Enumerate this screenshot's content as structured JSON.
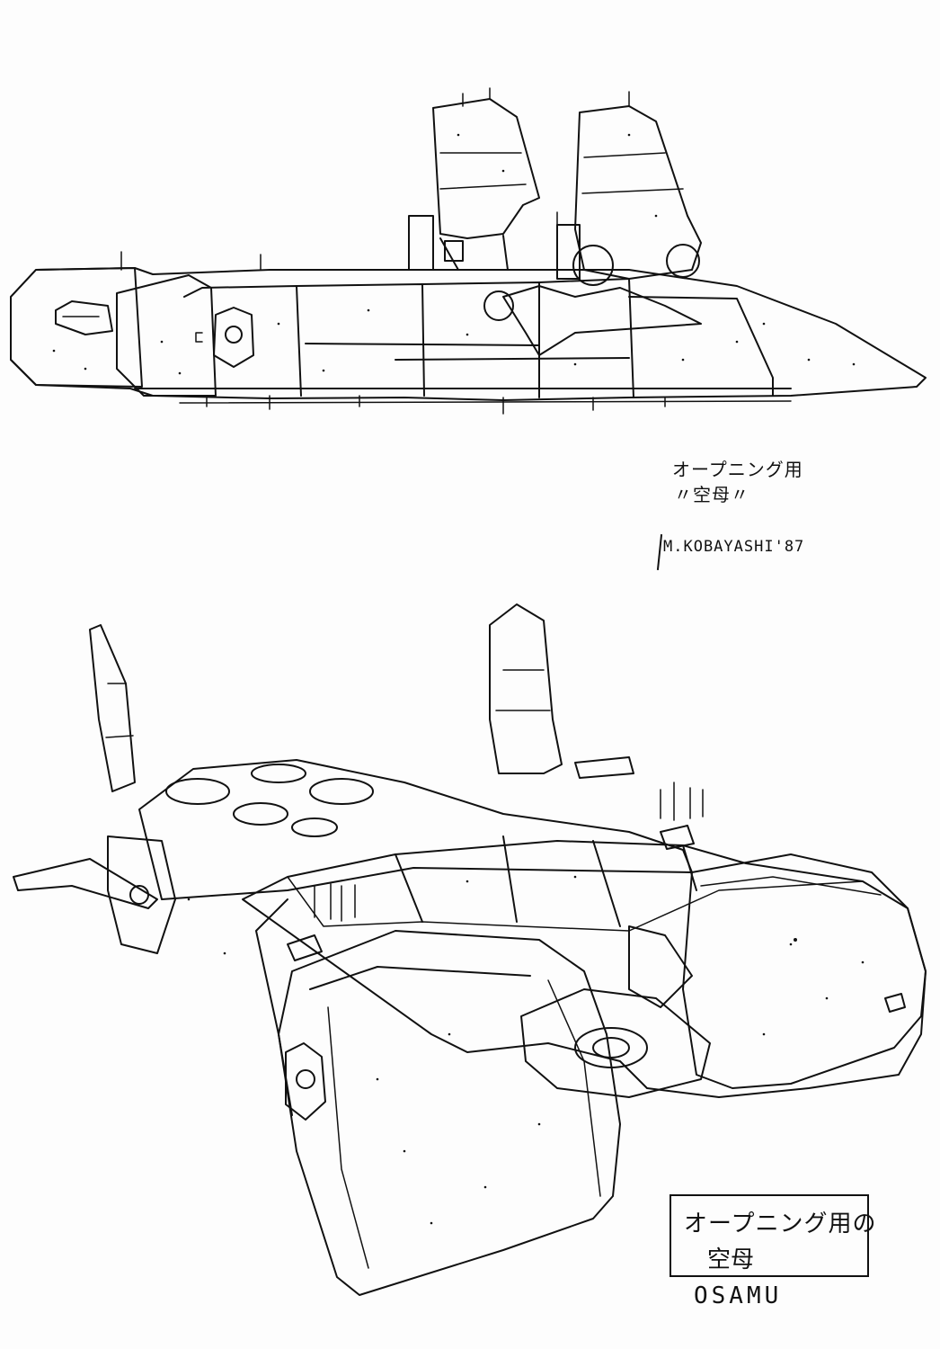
{
  "sketches": [
    {
      "id": "side-view",
      "subject": "carrier-side-view"
    },
    {
      "id": "perspective-view",
      "subject": "carrier-perspective-view"
    }
  ],
  "notes": {
    "top_caption_line1": "オープニング用",
    "top_caption_line2": "〃空母〃",
    "top_signature": "M.KOBAYASHI'87",
    "boxed_caption_line1": "オープニング用の",
    "boxed_caption_line2": "空母",
    "bottom_signature": "OSAMU"
  },
  "colors": {
    "ink": "#111111",
    "paper": "#fdfdfd"
  }
}
